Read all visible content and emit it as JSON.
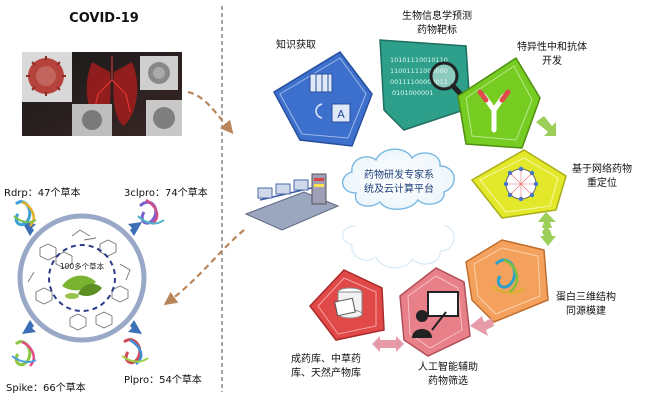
{
  "covid": {
    "title": "COVID-19",
    "center_label": "100多个草本",
    "targets": {
      "rdrp": "Rdrp：47个草本",
      "clpro": "3clpro：74个草本",
      "spike": "Spike：66个草本",
      "plpro": "Plpro：54个草本"
    }
  },
  "center": {
    "cloud_line1": "药物研发专家系",
    "cloud_line2": "统及云计算平台"
  },
  "modules": {
    "knowledge": "知识获取",
    "bioinfo_line1": "生物信息学预测",
    "bioinfo_line2": "药物靶标",
    "antibody_line1": "特异性中和抗体",
    "antibody_line2": "开发",
    "network_line1": "基于网络药物",
    "network_line2": "重定位",
    "protein_line1": "蛋白三维结构",
    "protein_line2": "同源模建",
    "ai_line1": "人工智能辅助",
    "ai_line2": "药物筛选",
    "library_line1": "成药库、中草药",
    "library_line2": "库、天然产物库"
  },
  "binary": {
    "row1": "10101110010110",
    "row2": "11001111000000",
    "row3": "00111100000011",
    "row4": "0101000001"
  },
  "colors": {
    "blue": "#3d6fcc",
    "teal": "#2e9f8a",
    "green": "#77cc22",
    "yellow": "#e3e92a",
    "orange": "#f4a15e",
    "pink": "#e8808a",
    "red": "#e14848",
    "arrow_green": "#9ccf5a",
    "arrow_pink": "#e79aa7",
    "cloud": "#79b8e2",
    "covid_arrow": "#3b6fb6"
  }
}
